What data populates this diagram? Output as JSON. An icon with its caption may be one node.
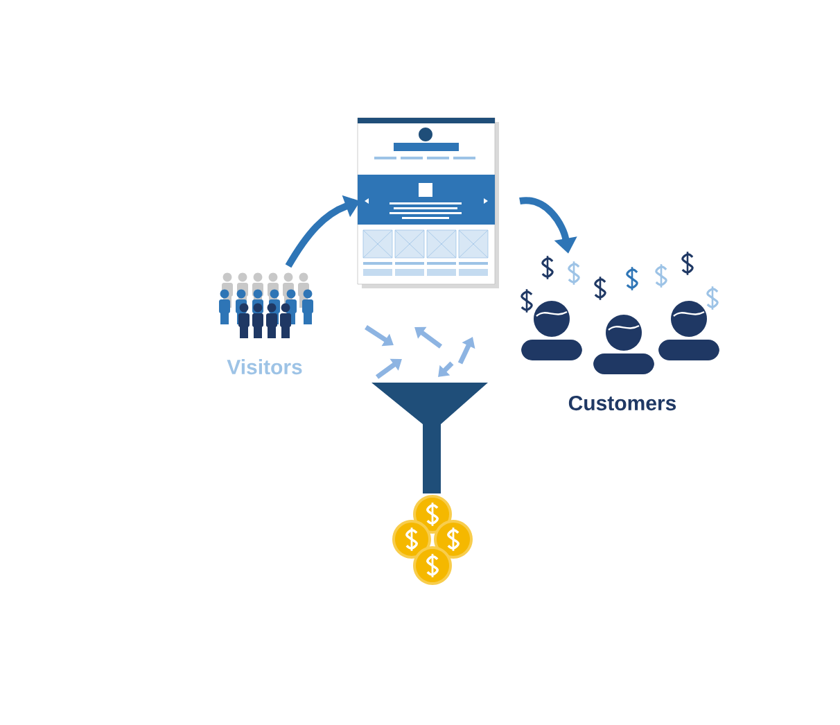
{
  "diagram": {
    "nodes": [
      {
        "text": [
          "Visitors"
        ]
      },
      {
        "text": [],
        "shape": "picture"
      },
      {
        "text": [
          "Customers"
        ]
      }
    ],
    "edges": [
      {
        "from": 0,
        "to": 1,
        "arrow": "to"
      },
      {
        "from": 1,
        "to": 2,
        "arrow": "to"
      }
    ]
  }
}
